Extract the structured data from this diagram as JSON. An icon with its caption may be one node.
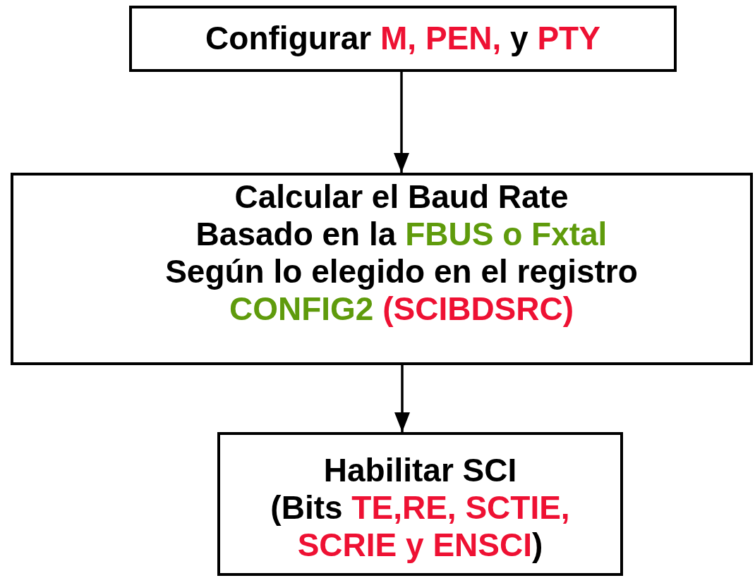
{
  "diagram": {
    "nodes": [
      {
        "text": [
          "Configurar **M, PEN,** y **PTY**"
        ]
      },
      {
        "text": [
          "Calcular el Baud Rate",
          "Basado en la *FBUS o Fxtal* Según lo elegido en el registro *CONFIG2* **(SCIBDSRC)**"
        ]
      },
      {
        "text": [
          "Habilitar SCI",
          "(Bits **TE,RE, SCTIE, SCRIE y ENSCI**)"
        ]
      }
    ],
    "edges": [
      {
        "from": 0,
        "to": 1,
        "arrow": "to"
      },
      {
        "from": 1,
        "to": 2,
        "arrow": "to"
      }
    ]
  }
}
